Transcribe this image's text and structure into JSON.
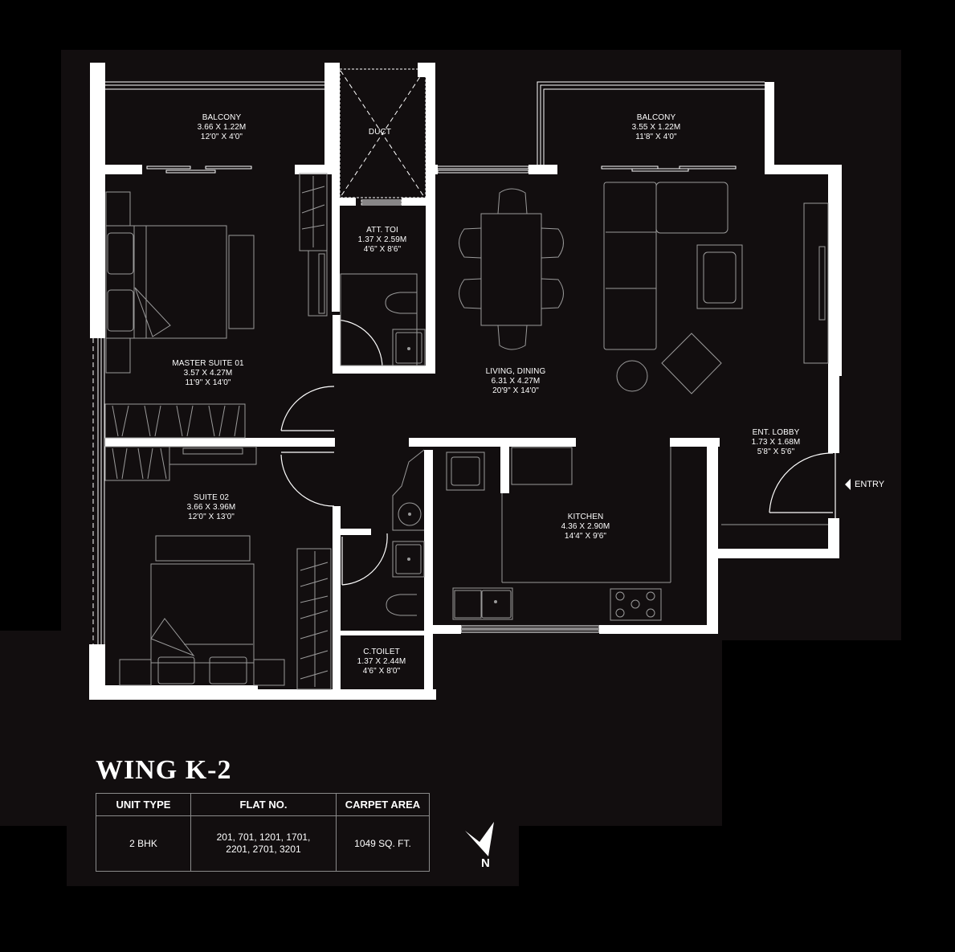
{
  "rooms": {
    "balcony_left": {
      "name": "BALCONY",
      "metric": "3.66 X 1.22M",
      "imperial": "12'0\" X 4'0\""
    },
    "duct": {
      "name": "DUCT"
    },
    "balcony_right": {
      "name": "BALCONY",
      "metric": "3.55 X 1.22M",
      "imperial": "11'8\" X 4'0\""
    },
    "att_toilet": {
      "name": "ATT. TOI",
      "metric": "1.37 X 2.59M",
      "imperial": "4'6\" X 8'6\""
    },
    "master_suite": {
      "name": "MASTER SUITE 01",
      "metric": "3.57 X 4.27M",
      "imperial": "11'9\" X 14'0\""
    },
    "living_dining": {
      "name": "LIVING, DINING",
      "metric": "6.31 X 4.27M",
      "imperial": "20'9\" X 14'0\""
    },
    "ent_lobby": {
      "name": "ENT. LOBBY",
      "metric": "1.73 X 1.68M",
      "imperial": "5'8\" X 5'6\""
    },
    "suite_02": {
      "name": "SUITE 02",
      "metric": "3.66 X 3.96M",
      "imperial": "12'0\" X 13'0\""
    },
    "kitchen": {
      "name": "KITCHEN",
      "metric": "4.36 X 2.90M",
      "imperial": "14'4\" X 9'6\""
    },
    "c_toilet": {
      "name": "C.TOILET",
      "metric": "1.37 X 2.44M",
      "imperial": "4'6\" X 8'0\""
    }
  },
  "entry_label": "ENTRY",
  "wing_title": "WING K-2",
  "table": {
    "headers": [
      "UNIT TYPE",
      "FLAT NO.",
      "CARPET AREA"
    ],
    "row": {
      "unit_type": "2 BHK",
      "flat_no_line1": "201, 701, 1201, 1701,",
      "flat_no_line2": "2201, 2701, 3201",
      "carpet_area": "1049 SQ. FT."
    }
  },
  "compass": {
    "label": "N"
  },
  "colors": {
    "background": "#000000",
    "panel": "#120e0f",
    "wall": "#ffffff",
    "furniture": "#9a9a9a"
  }
}
